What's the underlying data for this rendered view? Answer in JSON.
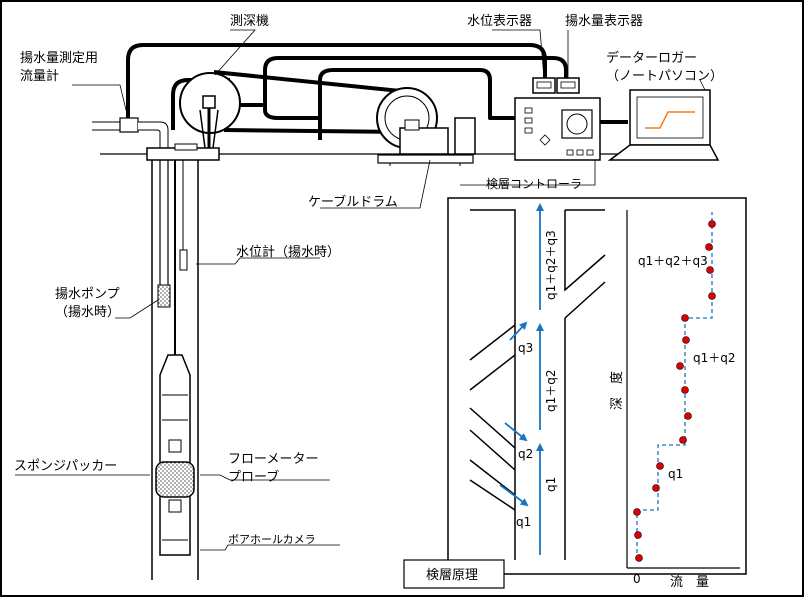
{
  "labels": {
    "flowmeter_surface": [
      "揚水量測定用",
      "流量計"
    ],
    "depth_meter": "測深機",
    "water_level_display": "水位表示器",
    "pump_rate_display": "揚水量表示器",
    "data_logger": [
      "データーロガー",
      "（ノートパソコン）"
    ],
    "layer_controller": "検層コントローラ",
    "cable_drum": "ケーブルドラム",
    "water_level_gauge": "水位計（揚水時）",
    "pump": [
      "揚水ポンプ",
      "（揚水時）"
    ],
    "packer": "スポンジパッカー",
    "flowmeter_probe": [
      "フローメーター",
      "プローブ"
    ],
    "borehole_camera": "ボアホールカメラ"
  },
  "principle": {
    "title": "検層原理",
    "flow_labels": [
      "q1",
      "q2",
      "q3"
    ],
    "cumulative_labels": [
      "q1",
      "q1＋q2",
      "q1＋q2＋q3"
    ],
    "depth_axis": "深　度",
    "flow_axis": "流　量",
    "origin": "0",
    "graph_labels": [
      "q1",
      "q1＋q2",
      "q1＋q2＋q3"
    ]
  },
  "colors": {
    "arrow": "#1a75c0",
    "point": "#e00000",
    "dashed": "#1a75c0",
    "screen_line": "#f08020"
  }
}
